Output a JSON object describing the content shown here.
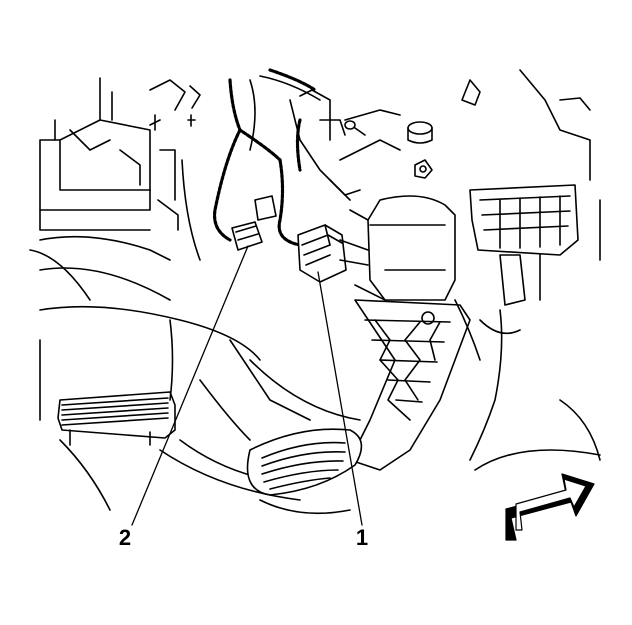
{
  "figure": {
    "callouts": [
      {
        "id": "callout-1",
        "label": "1"
      },
      {
        "id": "callout-2",
        "label": "2"
      }
    ],
    "icons": [
      "direction-arrow-icon"
    ],
    "colors": {
      "line": "#000000",
      "background": "#ffffff"
    }
  }
}
